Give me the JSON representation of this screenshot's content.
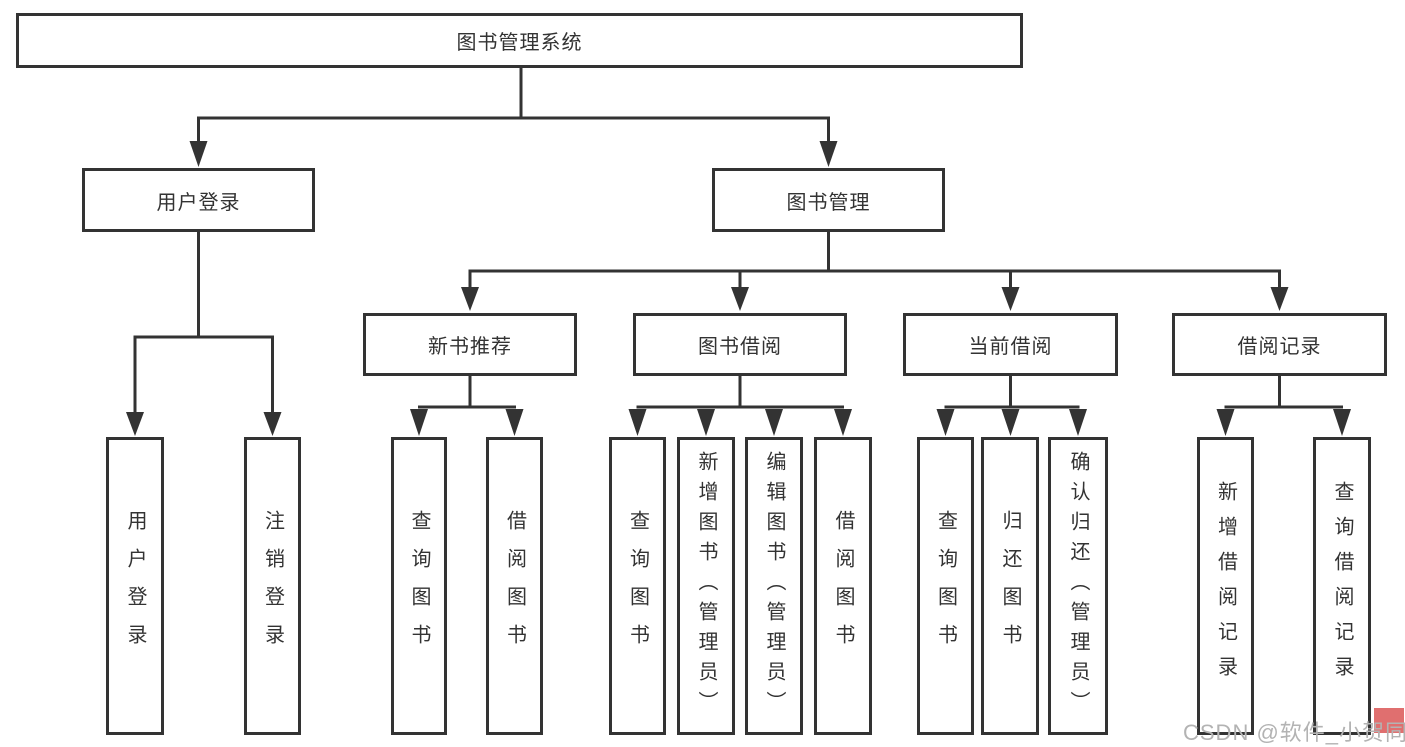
{
  "diagram": {
    "type": "tree",
    "root_label": "图书管理系统",
    "hierarchy": {
      "图书管理系统": {
        "用户登录": [
          "用户登录",
          "注销登录"
        ],
        "图书管理": {
          "新书推荐": [
            "查询图书",
            "借阅图书"
          ],
          "图书借阅": [
            "查询图书",
            "新增图书（管理员）",
            "编辑图书（管理员）",
            "借阅图书"
          ],
          "当前借阅": [
            "查询图书",
            "归还图书",
            "确认归还（管理员）"
          ],
          "借阅记录": [
            "新增借阅记录",
            "查询借阅记录"
          ]
        }
      }
    }
  },
  "nodes": {
    "root": {
      "label": "图书管理系统"
    },
    "user_login": {
      "label": "用户登录"
    },
    "book_management": {
      "label": "图书管理"
    },
    "new_book_recommend": {
      "label": "新书推荐"
    },
    "book_borrow": {
      "label": "图书借阅"
    },
    "current_borrow": {
      "label": "当前借阅"
    },
    "borrow_records": {
      "label": "借阅记录"
    },
    "login": {
      "label": "用户登录"
    },
    "logout": {
      "label": "注销登录"
    },
    "recommend_query_book": {
      "label": "查询图书"
    },
    "recommend_borrow_book": {
      "label": "借阅图书"
    },
    "borrow_query_book": {
      "label": "查询图书"
    },
    "add_book_admin": {
      "label": "新增图书（管理员）"
    },
    "edit_book_admin": {
      "label": "编辑图书（管理员）"
    },
    "borrow_borrow_book": {
      "label": "借阅图书"
    },
    "current_query_book": {
      "label": "查询图书"
    },
    "return_book": {
      "label": "归还图书"
    },
    "confirm_return_admin": {
      "label": "确认归还（管理员）"
    },
    "add_borrow_record": {
      "label": "新增借阅记录"
    },
    "query_borrow_record": {
      "label": "查询借阅记录"
    }
  },
  "watermark": {
    "text": "CSDN @软件_小贺同学"
  },
  "colors": {
    "line": "#333333",
    "text": "#333333",
    "background": "#ffffff",
    "watermark_text": "#b3b3b3",
    "watermark_accent": "#e06f6f"
  }
}
